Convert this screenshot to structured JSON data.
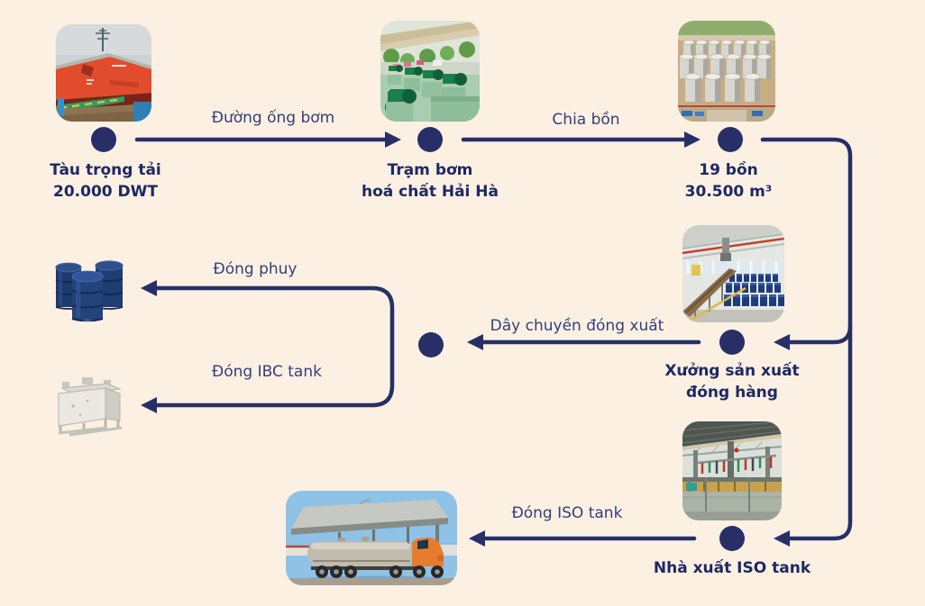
{
  "palette": {
    "background": "#fcf0e3",
    "line_navy": "#272f66",
    "node_label_color": "#1e2963",
    "edge_label_color": "#333f78",
    "drum_blue": "#1d3a6e",
    "truck_orange": "#e87c2e"
  },
  "nodes": {
    "ship": {
      "line1": "Tàu trọng tải",
      "line2": "20.000 DWT"
    },
    "pump_station": {
      "line1": "Trạm bơm",
      "line2": "hoá chất Hải Hà"
    },
    "tank_farm": {
      "line1": "19 bồn",
      "line2": "30.500 m³"
    },
    "packing_plant": {
      "line1": "Xưởng sản xuất",
      "line2": "đóng hàng"
    },
    "iso_export": {
      "line1": "Nhà xuất ISO tank"
    }
  },
  "edges": {
    "pipeline": "Đường ống bơm",
    "tank_split": "Chia bồn",
    "packing_line": "Dây chuyền đóng xuất",
    "drum_filling": "Đóng phuy",
    "ibc_filling": "Đóng IBC tank",
    "iso_filling": "Đóng ISO tank"
  },
  "images": {
    "ship": "cargo-ship-photo",
    "pump_station": "chemical-pump-station-photo",
    "tank_farm": "storage-tank-farm-photo",
    "packing_plant": "drum-packing-warehouse-photo",
    "iso_export": "iso-tank-loading-station-photo",
    "drums": "blue-steel-drums-image",
    "ibc": "ibc-tank-image",
    "truck": "iso-tank-truck-photo"
  }
}
